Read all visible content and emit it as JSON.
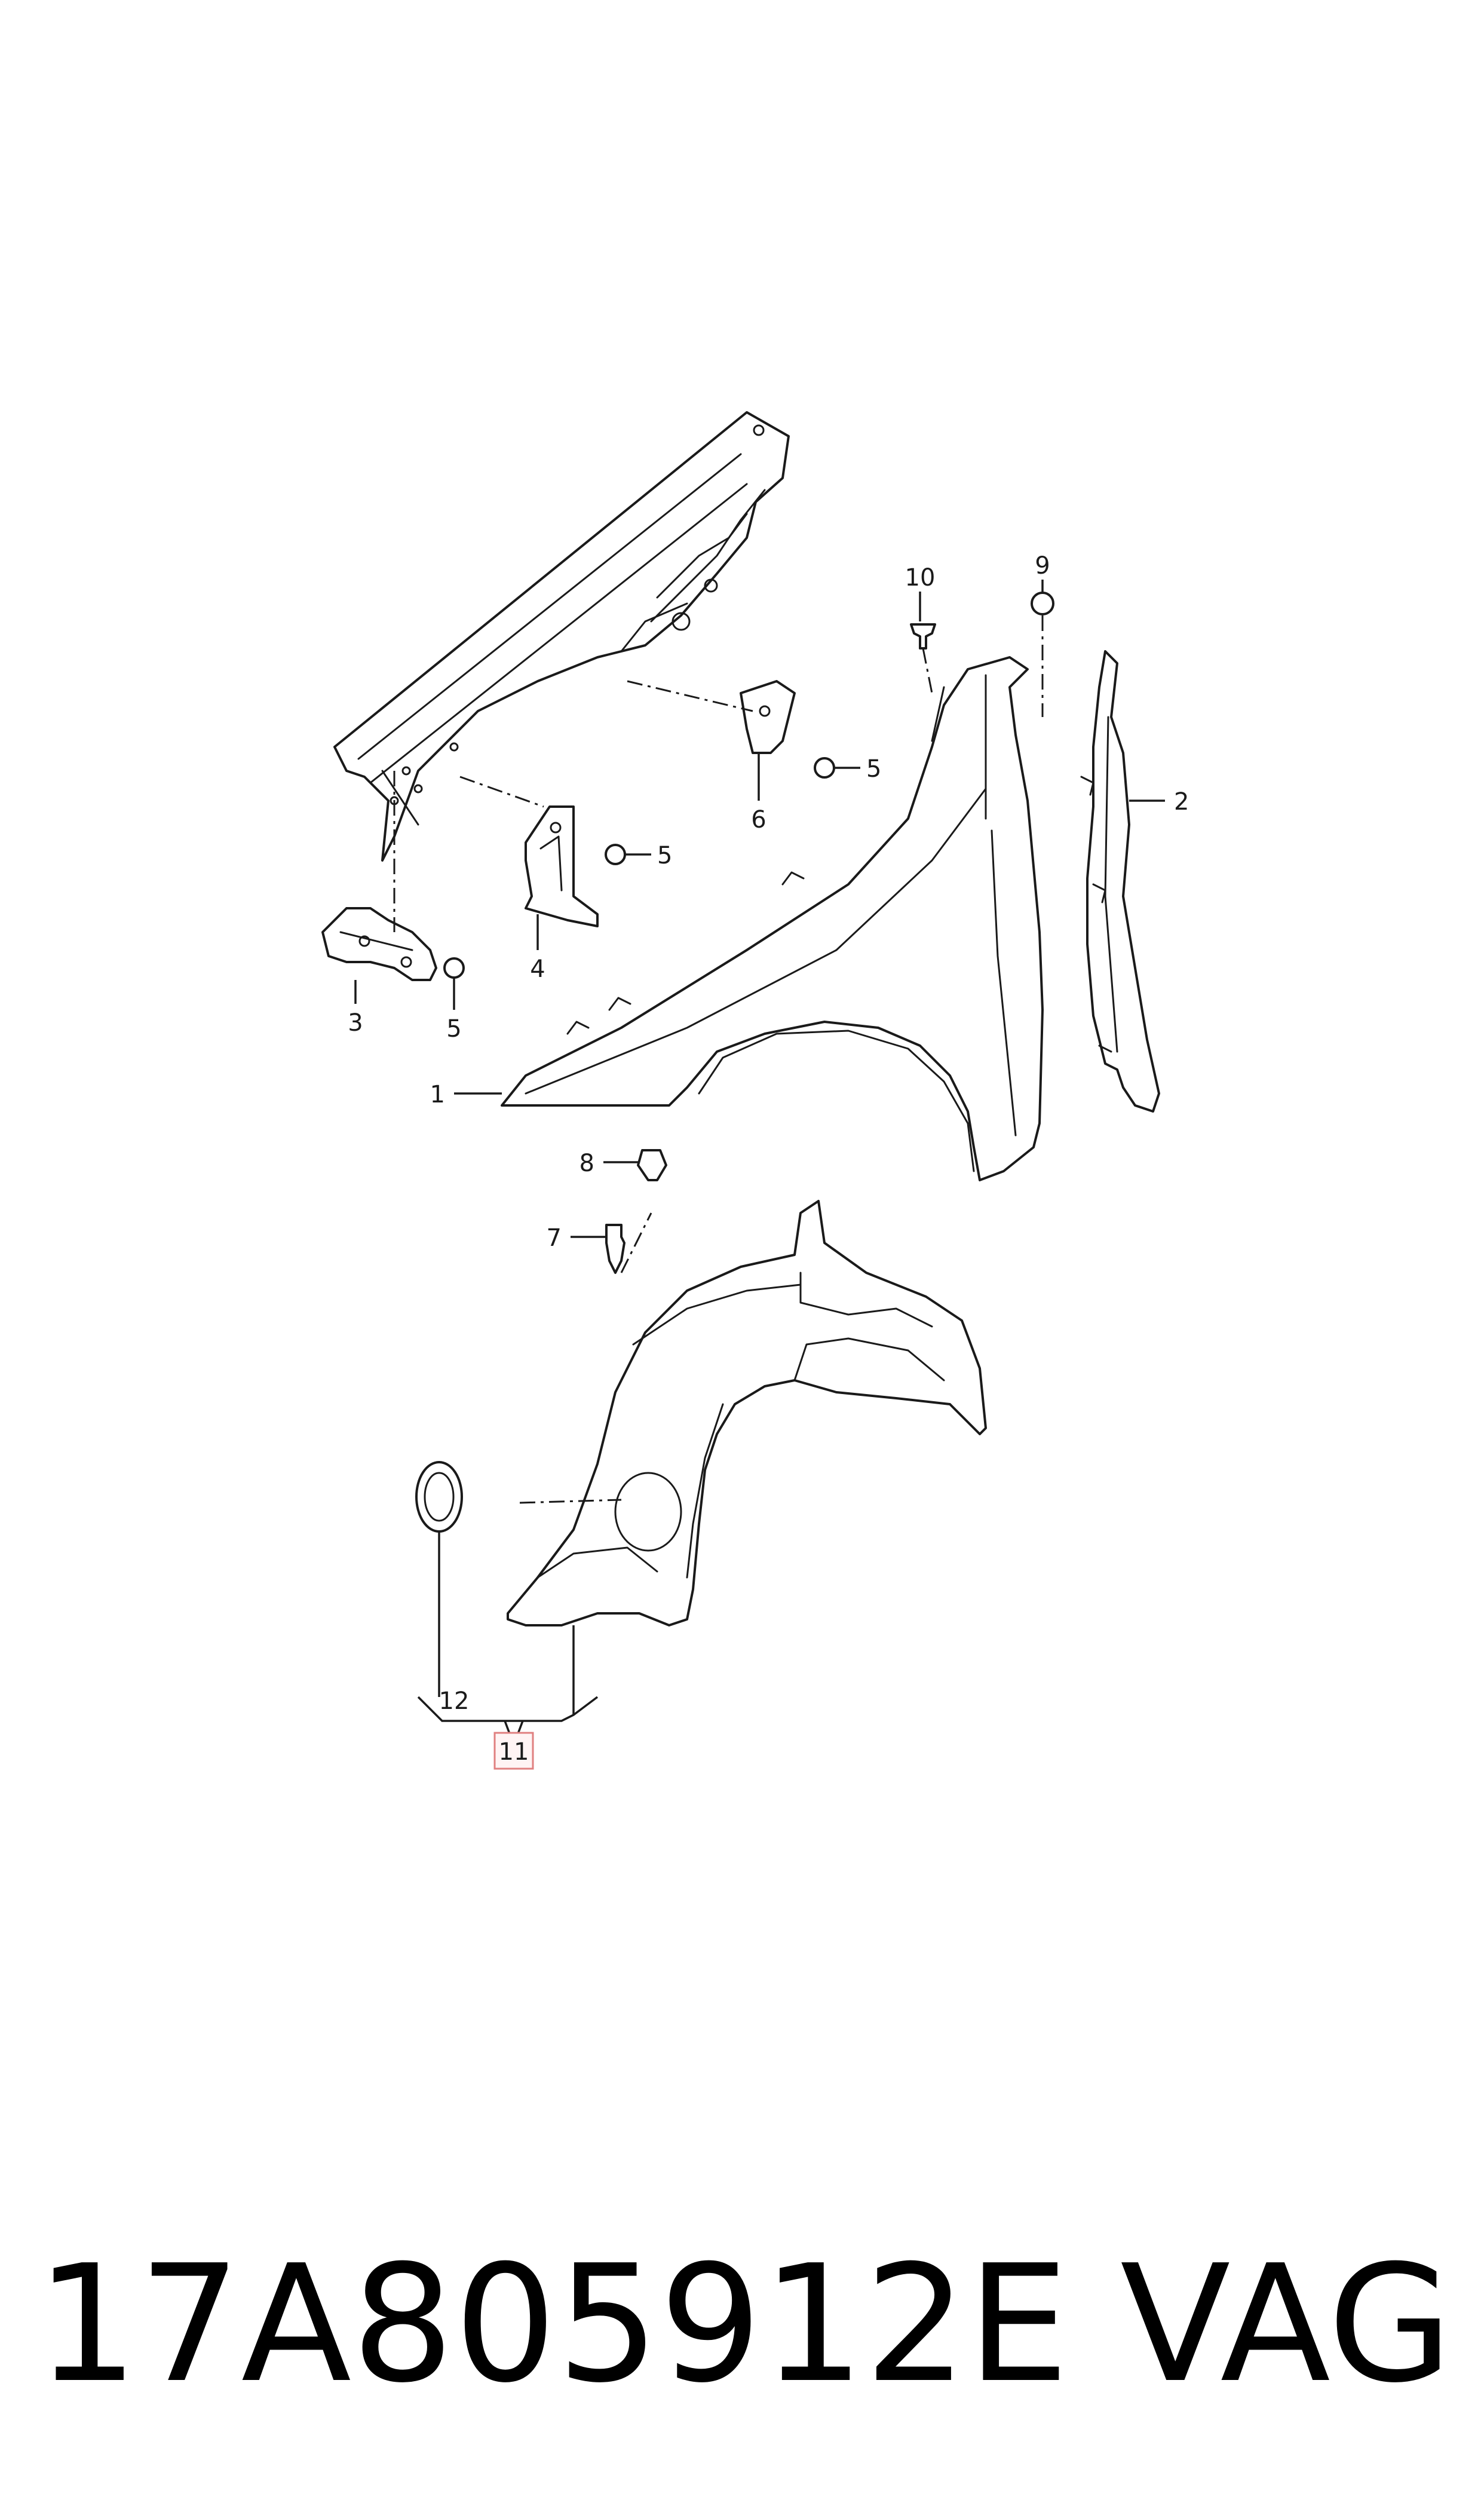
{
  "diagram": {
    "callouts": [
      {
        "id": "1",
        "label": "1"
      },
      {
        "id": "2",
        "label": "2"
      },
      {
        "id": "3",
        "label": "3"
      },
      {
        "id": "4",
        "label": "4"
      },
      {
        "id": "5a",
        "label": "5"
      },
      {
        "id": "5b",
        "label": "5"
      },
      {
        "id": "5c",
        "label": "5"
      },
      {
        "id": "6",
        "label": "6"
      },
      {
        "id": "7",
        "label": "7"
      },
      {
        "id": "8",
        "label": "8"
      },
      {
        "id": "9",
        "label": "9"
      },
      {
        "id": "10",
        "label": "10"
      },
      {
        "id": "11",
        "label": "11",
        "highlighted": true
      },
      {
        "id": "12",
        "label": "12"
      }
    ],
    "highlight_color": "#e08080"
  },
  "caption": {
    "part_number": "17A805912E",
    "brand": "VAG"
  }
}
